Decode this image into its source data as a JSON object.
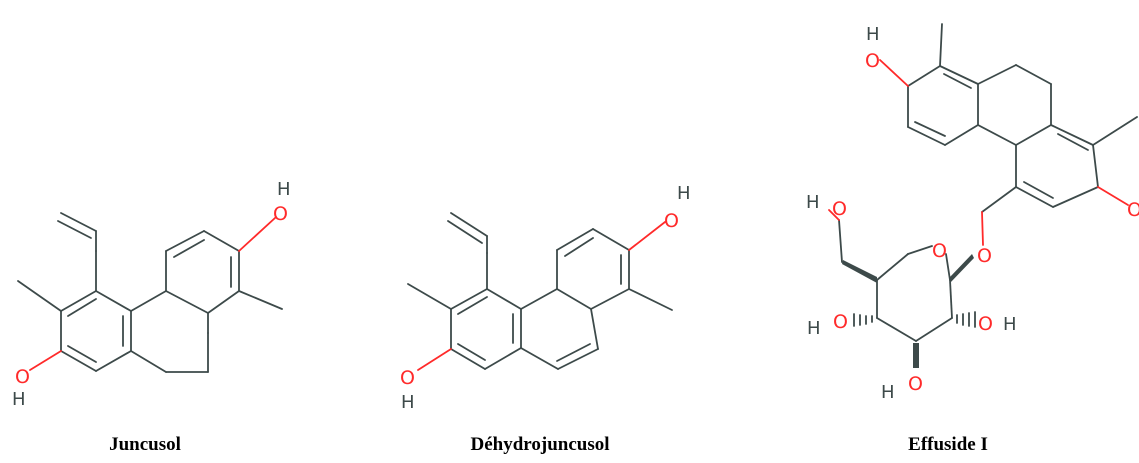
{
  "atoms": {
    "oxygen": "O",
    "hydrogen": "H"
  },
  "colors": {
    "bond": "#3d4a4a",
    "oxygen": "#ff2a2a",
    "caption": "#000000"
  },
  "molecules": [
    {
      "name": "Juncusol"
    },
    {
      "name": "Déhydrojuncusol"
    },
    {
      "name": "Effuside I"
    }
  ]
}
